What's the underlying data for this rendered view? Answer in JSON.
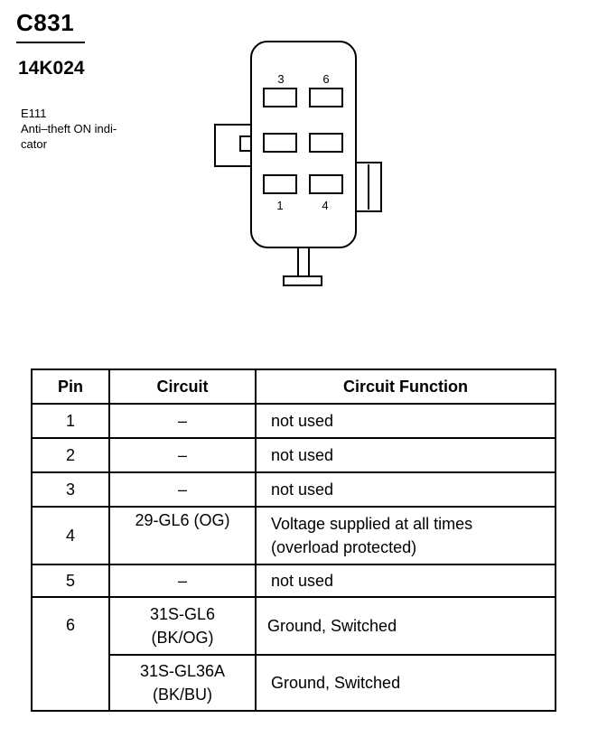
{
  "connector": {
    "id": "C831",
    "part_number": "14K024",
    "description": [
      "E111",
      "Anti–theft ON indi-",
      "cator"
    ],
    "cavity_labels": {
      "top_left": "3",
      "top_right": "6",
      "bottom_left": "1",
      "bottom_right": "4"
    }
  },
  "table": {
    "headers": {
      "pin": "Pin",
      "circuit": "Circuit",
      "function": "Circuit Function"
    },
    "rows": [
      {
        "pin": "1",
        "circuit": "–",
        "function": "not used"
      },
      {
        "pin": "2",
        "circuit": "–",
        "function": "not used"
      },
      {
        "pin": "3",
        "circuit": "–",
        "function": "not used"
      },
      {
        "pin": "4",
        "circuit": "29-GL6 (OG)",
        "function": [
          "Voltage supplied at all times",
          "(overload protected)"
        ]
      },
      {
        "pin": "5",
        "circuit": "–",
        "function": "not used"
      },
      {
        "pin": "6",
        "circuits": [
          {
            "circuit": [
              "31S-GL6",
              "(BK/OG)"
            ],
            "function": "Ground, Switched"
          },
          {
            "circuit": [
              "31S-GL36A",
              "(BK/BU)"
            ],
            "function": "Ground, Switched"
          }
        ]
      }
    ]
  }
}
